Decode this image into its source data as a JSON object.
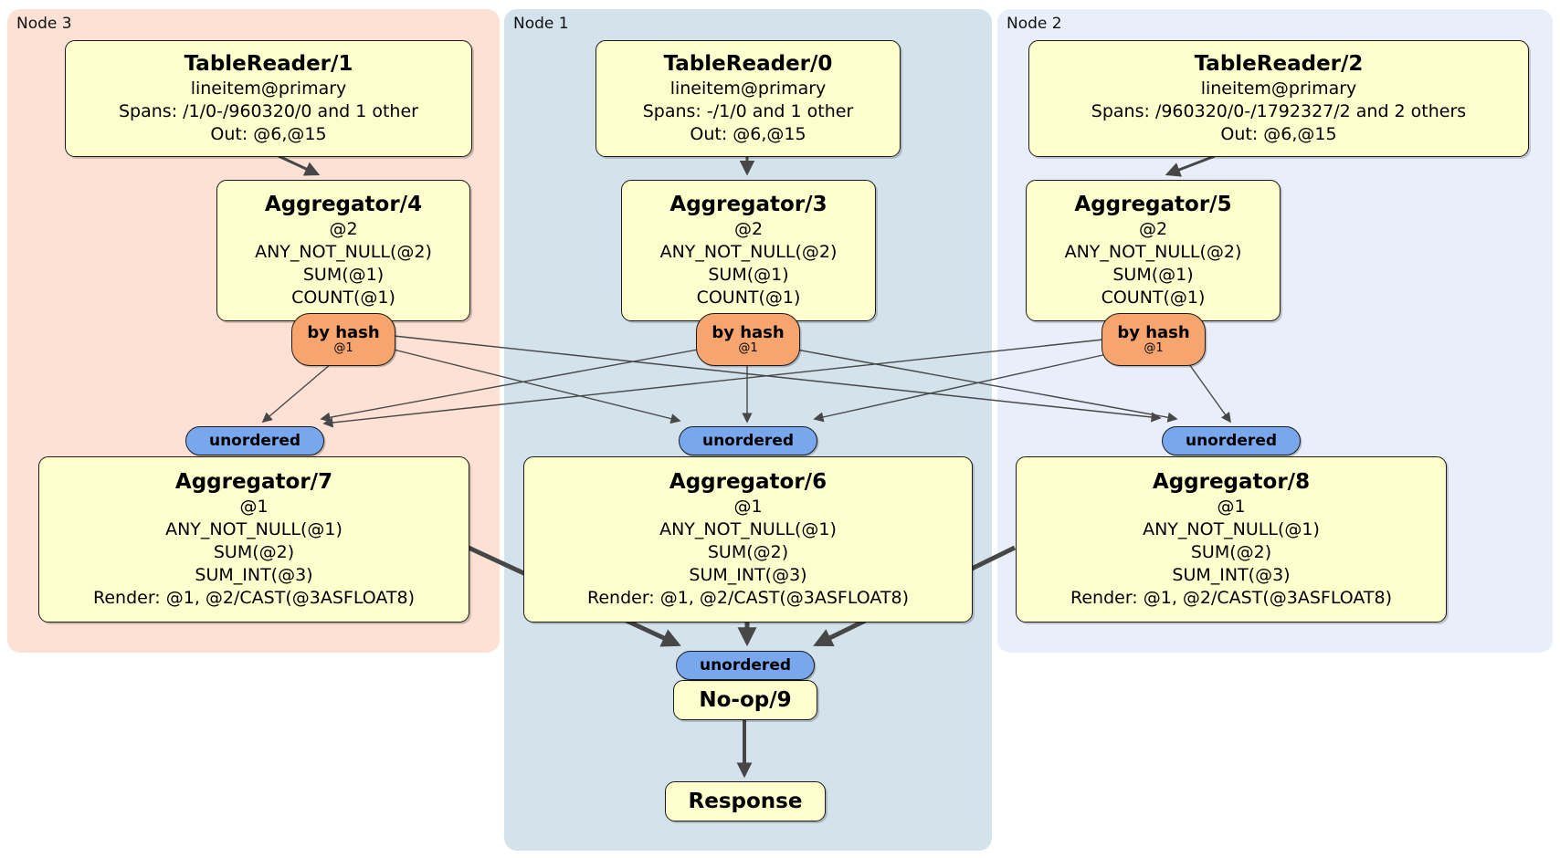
{
  "regions": [
    {
      "id": "node3",
      "label": "Node 3",
      "bg": "#fce1d4"
    },
    {
      "id": "node1",
      "label": "Node 1",
      "bg": "#d3e2eb"
    },
    {
      "id": "node2",
      "label": "Node 2",
      "bg": "#e9effa"
    }
  ],
  "processors": {
    "tablereader1": {
      "title": "TableReader/1",
      "lines": [
        "lineitem@primary",
        "Spans: /1/0-/960320/0 and 1 other",
        "Out: @6,@15"
      ]
    },
    "tablereader0": {
      "title": "TableReader/0",
      "lines": [
        "lineitem@primary",
        "Spans: -/1/0 and 1 other",
        "Out: @6,@15"
      ]
    },
    "tablereader2": {
      "title": "TableReader/2",
      "lines": [
        "lineitem@primary",
        "Spans: /960320/0-/1792327/2 and 2 others",
        "Out: @6,@15"
      ]
    },
    "aggregator4": {
      "title": "Aggregator/4",
      "lines": [
        "@2",
        "ANY_NOT_NULL(@2)",
        "SUM(@1)",
        "COUNT(@1)"
      ]
    },
    "aggregator3": {
      "title": "Aggregator/3",
      "lines": [
        "@2",
        "ANY_NOT_NULL(@2)",
        "SUM(@1)",
        "COUNT(@1)"
      ]
    },
    "aggregator5": {
      "title": "Aggregator/5",
      "lines": [
        "@2",
        "ANY_NOT_NULL(@2)",
        "SUM(@1)",
        "COUNT(@1)"
      ]
    },
    "aggregator7": {
      "title": "Aggregator/7",
      "lines": [
        "@1",
        "ANY_NOT_NULL(@1)",
        "SUM(@2)",
        "SUM_INT(@3)",
        "Render: @1, @2/CAST(@3ASFLOAT8)"
      ]
    },
    "aggregator6": {
      "title": "Aggregator/6",
      "lines": [
        "@1",
        "ANY_NOT_NULL(@1)",
        "SUM(@2)",
        "SUM_INT(@3)",
        "Render: @1, @2/CAST(@3ASFLOAT8)"
      ]
    },
    "aggregator8": {
      "title": "Aggregator/8",
      "lines": [
        "@1",
        "ANY_NOT_NULL(@1)",
        "SUM(@2)",
        "SUM_INT(@3)",
        "Render: @1, @2/CAST(@3ASFLOAT8)"
      ]
    },
    "noop9": {
      "title": "No-op/9"
    },
    "response": {
      "title": "Response"
    }
  },
  "routers": {
    "by_hash_label": "by hash",
    "by_hash_key": "@1",
    "unordered_label": "unordered"
  },
  "colors": {
    "node3_bg": "#fce1d4",
    "node1_bg": "#d3e2eb",
    "node2_bg": "#e9effa",
    "box_bg": "#ffffcd",
    "hash_pill_bg": "#f6a56f",
    "unordered_pill_bg": "#79a7ee",
    "edge": "#474747",
    "border": "#1a1a1a"
  }
}
